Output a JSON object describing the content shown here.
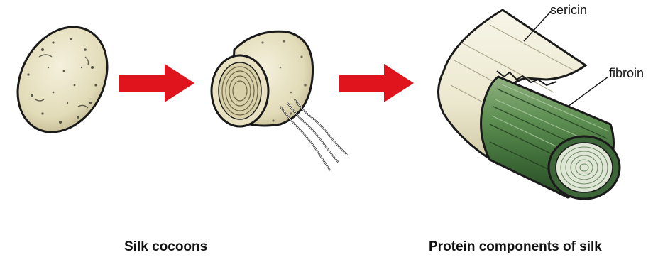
{
  "captions": {
    "left": "Silk cocoons",
    "right": "Protein components of silk"
  },
  "callouts": {
    "sericin": "sericin",
    "fibroin": "fibroin"
  },
  "colors": {
    "arrow": "#e0141c",
    "cocoon": "#ece6c8",
    "sericin": "#f1eedb",
    "fibroin": "#4f7f45",
    "outline": "#1a1a1a"
  }
}
